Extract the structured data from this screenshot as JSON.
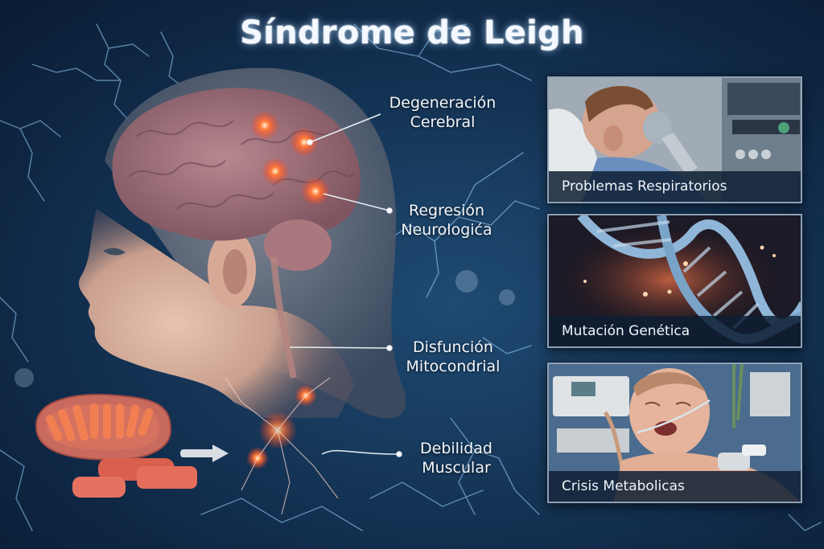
{
  "title": "Síndrome de Leigh",
  "colors": {
    "background_dark": "#0a1c33",
    "background_mid": "#1f4a72",
    "lightning": "#9cd3ff",
    "glow": "#ff5a2a",
    "card_border": "#8ea2b6",
    "caption_bg": "#0e1e34",
    "brain": "#a9787e",
    "mitochondria": "#e0604b"
  },
  "illustration": {
    "subject": "child-profile-with-brain",
    "elements": [
      "brain-icon",
      "spine-icon",
      "mitochondria-icon",
      "arrow-icon",
      "neuron-icon",
      "lightning-icon"
    ]
  },
  "callouts": [
    {
      "line1": "Degeneración",
      "line2": "Cerebral"
    },
    {
      "line1": "Regresión",
      "line2": "Neurologića"
    },
    {
      "line1": "Disfunción",
      "line2": "Mitocondrial"
    },
    {
      "line1": "Debilidad",
      "line2": "Muscular"
    }
  ],
  "cards": [
    {
      "caption": "Problemas Respiratorios",
      "image": "child-with-oxygen-mask"
    },
    {
      "caption": "Mutación Genética",
      "image": "dna-helix"
    },
    {
      "caption": "Crisis Metabolicas",
      "image": "crying-baby-in-icu"
    }
  ]
}
